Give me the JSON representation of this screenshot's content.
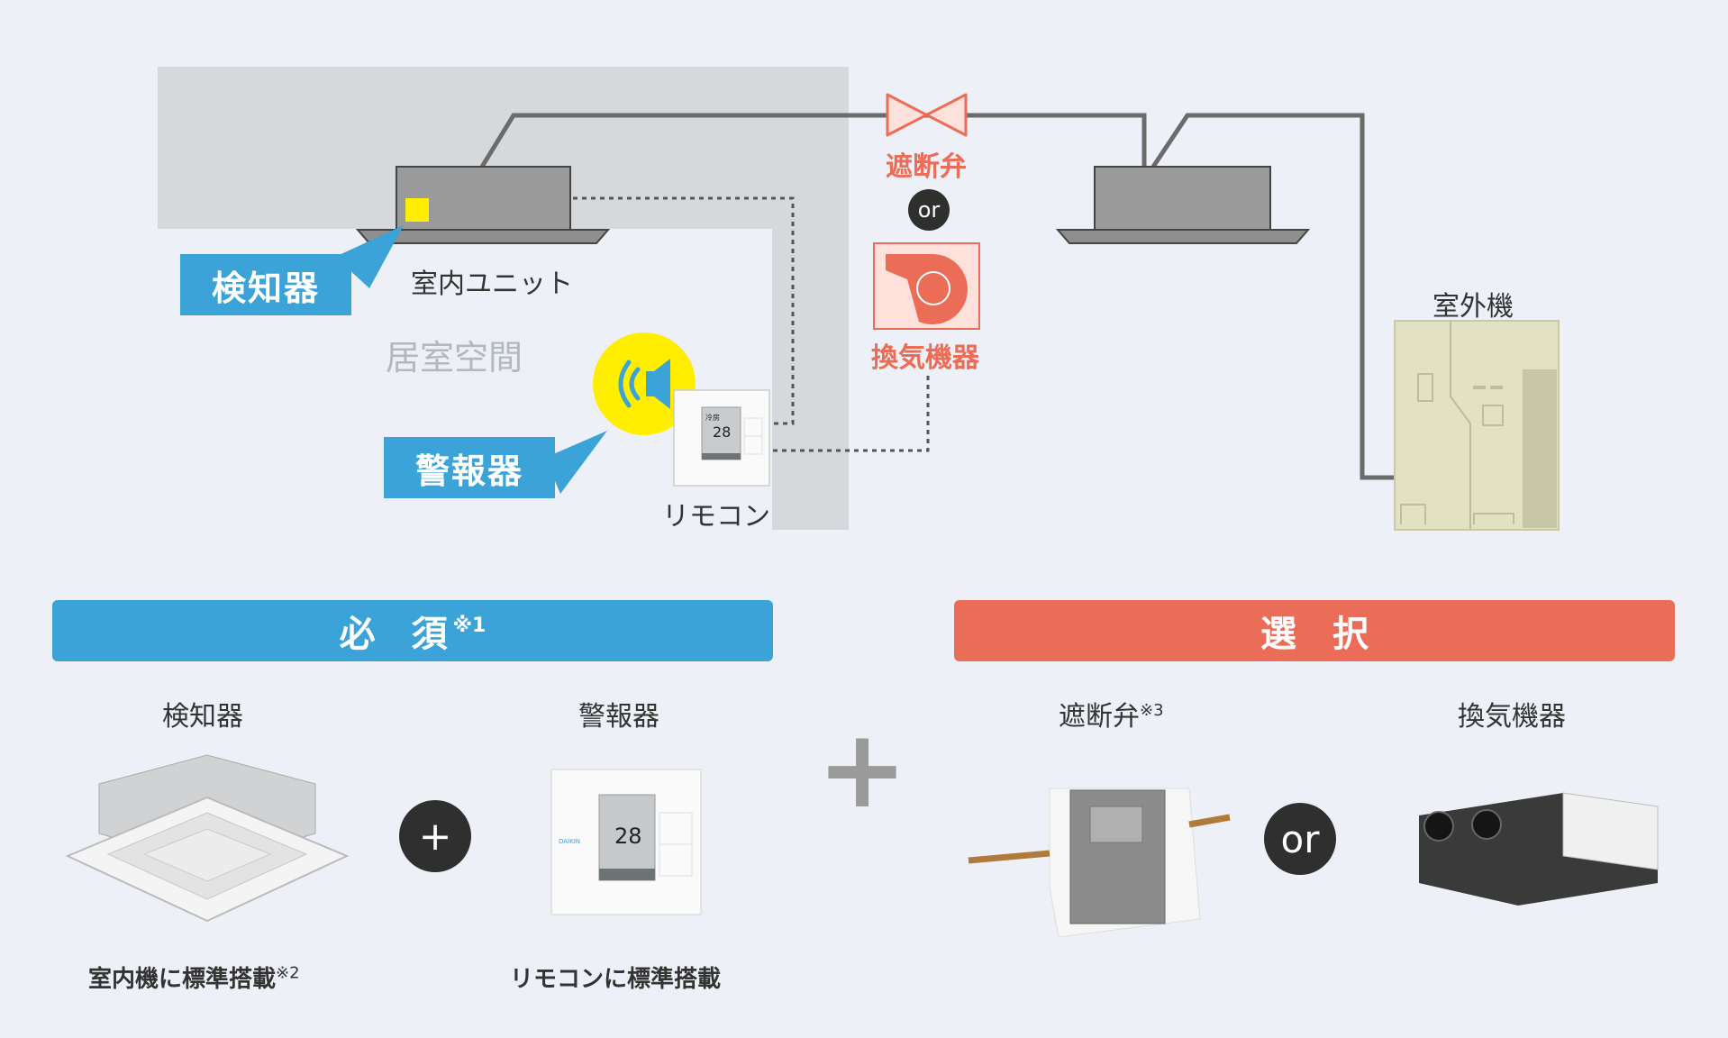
{
  "diagram": {
    "indoor_unit_label": "室内ユニット",
    "room_label": "居室空間",
    "detector_callout": "検知器",
    "alarm_callout": "警報器",
    "remote_label": "リモコン",
    "valve_label": "遮断弁",
    "or_label": "or",
    "ventilation_label": "換気機器",
    "outdoor_label": "室外機",
    "remote_temp": "28",
    "remote_mode": "冷房",
    "icons": [
      "speaker-icon",
      "fan-icon",
      "valve-icon"
    ],
    "colors": {
      "blue": "#3ba3d8",
      "red": "#eb6d57",
      "yellow": "#ffee00",
      "dark": "#2f2f2f"
    }
  },
  "bottom": {
    "required": {
      "title": "必　須",
      "note": "※1"
    },
    "optional": {
      "title": "選　択"
    },
    "items": {
      "detector": {
        "title": "検知器",
        "caption": "室内機に標準搭載",
        "note": "※2"
      },
      "alarm": {
        "title": "警報器",
        "caption": "リモコンに標準搭載"
      },
      "valve": {
        "title": "遮断弁",
        "note": "※3"
      },
      "ventilation": {
        "title": "換気機器"
      }
    },
    "plus_small": "+",
    "plus_big": "+",
    "or_label": "or"
  }
}
